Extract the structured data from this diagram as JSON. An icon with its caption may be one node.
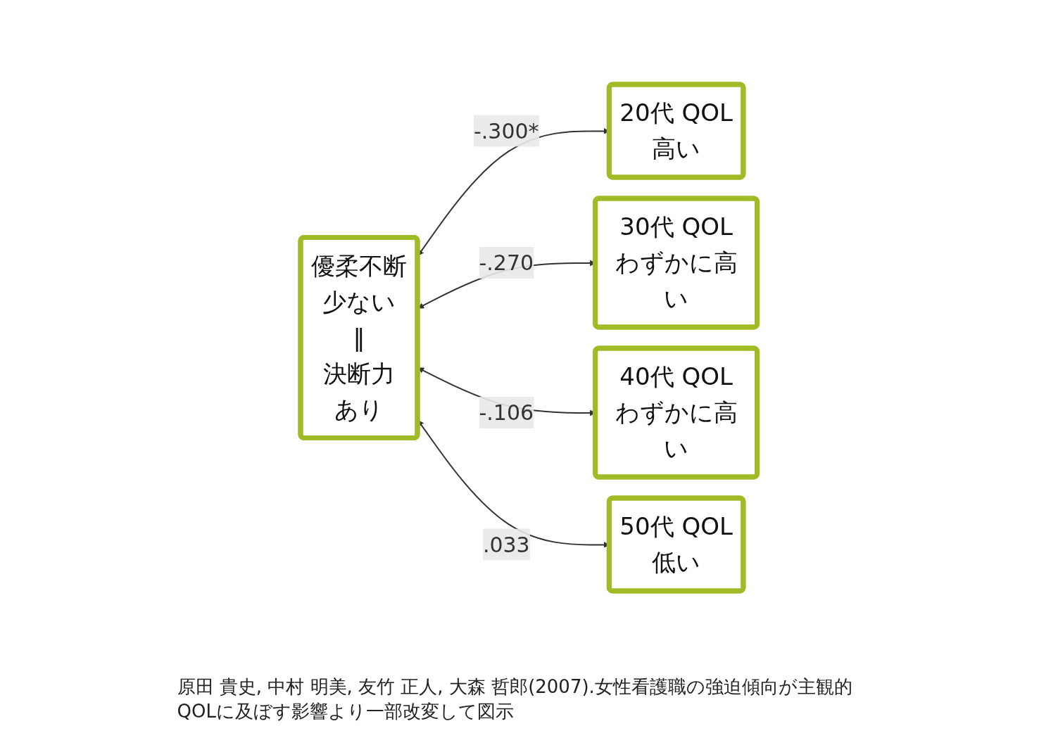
{
  "diagram": {
    "caption": "原田 貴史, 中村 明美, 友竹 正人, 大森 哲郎(2007).女性看護職の強迫傾向が主観的QOLに及ぼす影響より一部改変して図示",
    "nodes": [
      {
        "text": [
          "優柔不断",
          "少ない",
          "‖",
          "決断力",
          "あり"
        ]
      },
      {
        "text": [
          "20代 QOL",
          "高い"
        ]
      },
      {
        "text": [
          "30代 QOL",
          "わずかに高い"
        ]
      },
      {
        "text": [
          "40代 QOL",
          "わずかに高い"
        ]
      },
      {
        "text": [
          "50代 QOL",
          "低い"
        ]
      }
    ],
    "edges": [
      {
        "from": 0,
        "to": 1,
        "arrow": "both",
        "label": "-.300*"
      },
      {
        "from": 0,
        "to": 2,
        "arrow": "both",
        "label": "-.270"
      },
      {
        "from": 0,
        "to": 3,
        "arrow": "both",
        "label": "-.106"
      },
      {
        "from": 0,
        "to": 4,
        "arrow": "both",
        "label": ".033"
      }
    ]
  }
}
